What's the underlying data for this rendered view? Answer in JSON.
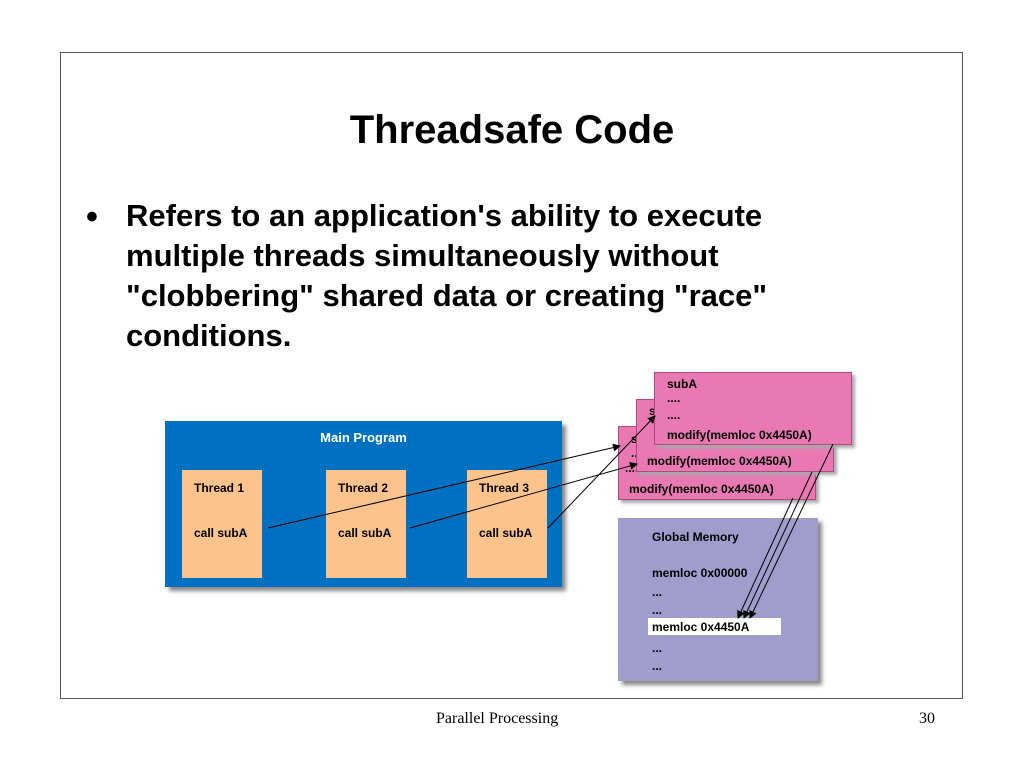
{
  "slide": {
    "title": "Threadsafe Code",
    "bullet": "Refers to an application's ability to execute multiple threads simultaneously without \"clobbering\" shared data or creating \"race\" conditions.",
    "footer_center": "Parallel Processing",
    "page_number": "30"
  },
  "diagram": {
    "main_program": "Main Program",
    "threads": [
      {
        "name": "Thread 1",
        "call": "call subA"
      },
      {
        "name": "Thread 2",
        "call": "call subA"
      },
      {
        "name": "Thread 3",
        "call": "call subA"
      }
    ],
    "subroutine": {
      "front_lines": [
        "subA",
        "....",
        "....",
        "modify(memloc 0x4450A)"
      ],
      "middle_visible": [
        "s",
        "modify(memloc 0x4450A)"
      ],
      "back_visible": [
        "s",
        "...",
        "....",
        "modify(memloc 0x4450A)"
      ]
    },
    "global_memory": {
      "title": "Global Memory",
      "lines": [
        "memloc 0x00000",
        "...",
        "...",
        "memloc 0x4450A",
        "...",
        "..."
      ]
    }
  }
}
